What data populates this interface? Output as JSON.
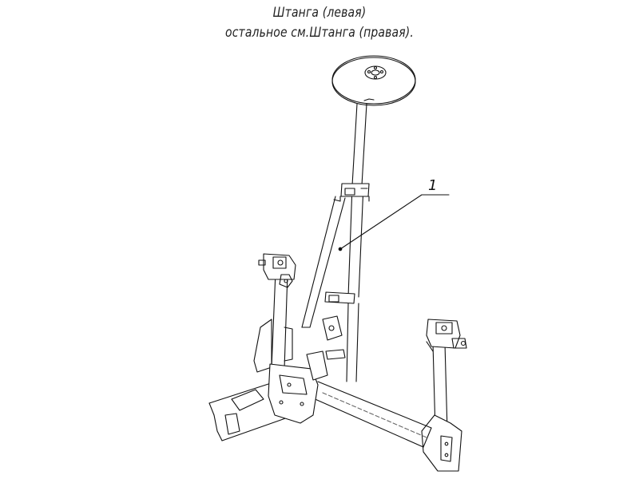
{
  "title": {
    "line1": "Штанга (левая)",
    "line2": "остальное см.Штанга (правая)."
  },
  "callouts": [
    {
      "label": "1"
    }
  ]
}
